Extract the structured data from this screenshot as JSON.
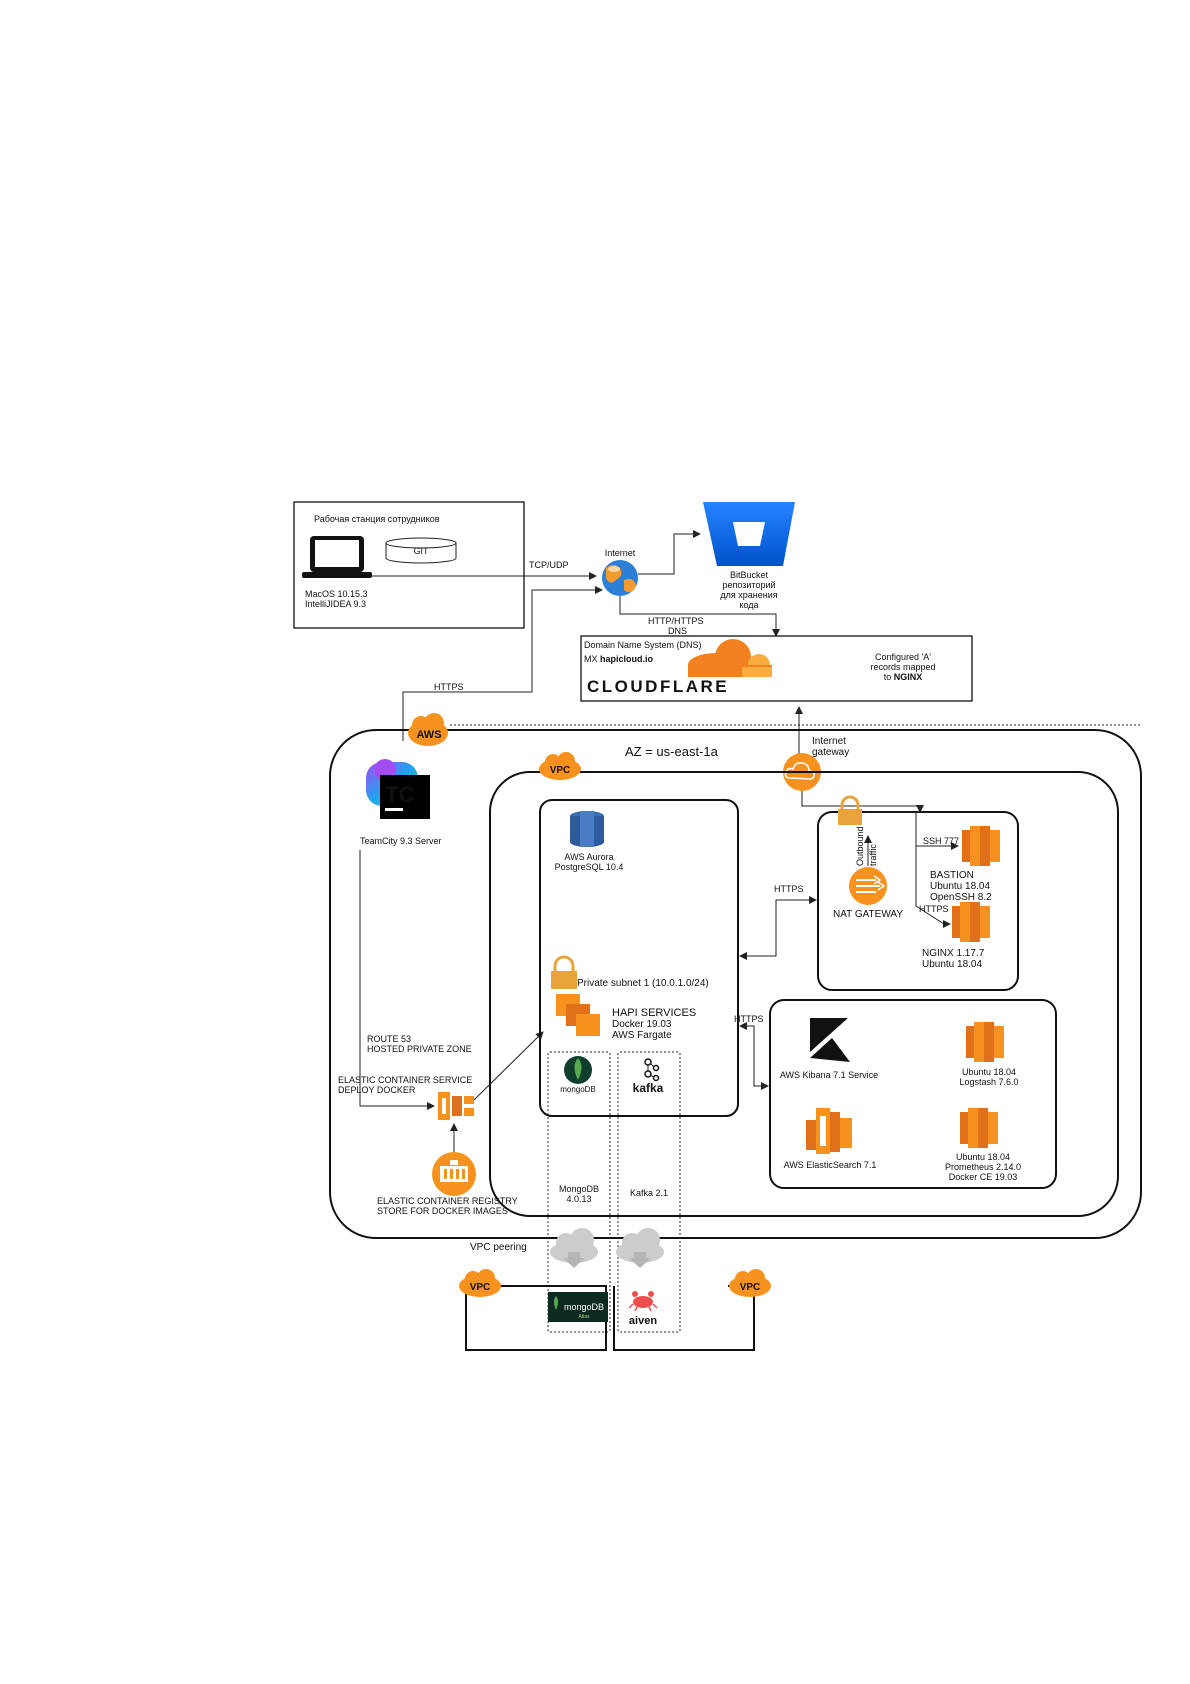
{
  "workstation": {
    "title": "Рабочая станция сотрудников",
    "git": "GIT",
    "os": "MacOS 10.15.3",
    "ide": "IntelliJIDEA 9.3"
  },
  "internet": {
    "label": "Internet",
    "tcp": "TCP/UDP",
    "http_dns_1": "HTTP/HTTPS",
    "http_dns_2": "DNS"
  },
  "bitbucket": {
    "name": "BitBucket",
    "desc_1": "репозиторий",
    "desc_2": "для хранения",
    "desc_3": "кода"
  },
  "cloudflare": {
    "dns_title": "Domain Name System (DNS)",
    "mx_prefix": "MX",
    "mx_domain": "hapicloud.io",
    "logo_text": "CLOUDFLARE",
    "note_1": "Configured 'A'",
    "note_2": "records mapped",
    "note_3_prefix": "to",
    "note_3_target": "NGINX"
  },
  "https_label": "HTTPS",
  "aws": {
    "badge": "AWS",
    "az": "AZ = us-east-1a",
    "internet_gateway_1": "Internet",
    "internet_gateway_2": "gateway"
  },
  "vpc_badge": "VPC",
  "teamcity": {
    "logo": "TC",
    "label": "TeamCity 9.3 Server"
  },
  "route53": {
    "line_1": "ROUTE 53",
    "line_2": "HOSTED PRIVATE ZONE"
  },
  "ecs": {
    "line_1": "ELASTIC CONTAINER SERVICE",
    "line_2": "DEPLOY DOCKER"
  },
  "ecr": {
    "line_1": "ELASTIC CONTAINER REGISTRY",
    "line_2": "STORE FOR DOCKER IMAGES"
  },
  "aurora": {
    "line_1": "AWS Aurora",
    "line_2": "PostgreSQL 10.4"
  },
  "private_subnet": "Private subnet 1 (10.0.1.0/24)",
  "hapi": {
    "line_1": "HAPI SERVICES",
    "line_2": "Docker 19.03",
    "line_3": "AWS Fargate"
  },
  "mongodb": {
    "logo": "mongoDB",
    "version_1": "MongoDB",
    "version_2": "4.0.13",
    "atlas_logo": "mongoDB",
    "atlas_sub": "Atlas"
  },
  "kafka": {
    "logo": "kafka",
    "version": "Kafka 2.1",
    "aiven": "aiven"
  },
  "public_subnet": {
    "ssh": "SSH 777",
    "outbound_1": "Outbound",
    "outbound_2": "traffic",
    "nat": "NAT GATEWAY",
    "https": "HTTPS",
    "bastion_1": "BASTION",
    "bastion_2": "Ubuntu 18.04",
    "bastion_3": "OpenSSH 8.2",
    "nginx_1": "NGINX 1.17.7",
    "nginx_2": "Ubuntu 18.04"
  },
  "monitoring": {
    "kibana": "AWS Kibana 7.1 Service",
    "logstash_1": "Ubuntu 18.04",
    "logstash_2": "Logstash 7.6.0",
    "elastic": "AWS ElasticSearch 7.1",
    "prom_1": "Ubuntu 18.04",
    "prom_2": "Prometheus 2.14.0",
    "prom_3": "Docker CE 19.03"
  },
  "vpc_peering": "VPC peering"
}
